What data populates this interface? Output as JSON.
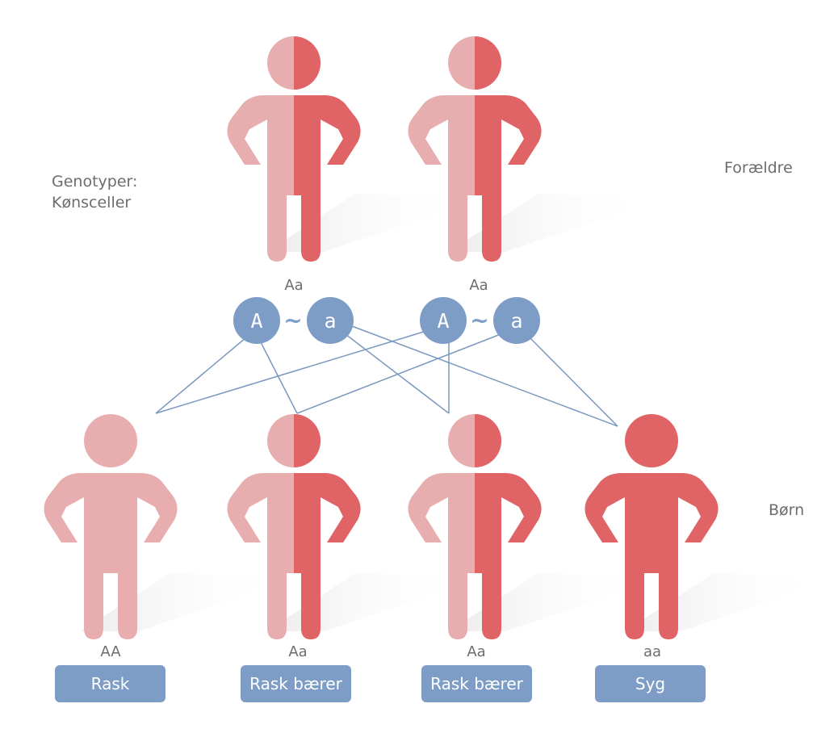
{
  "labels": {
    "genotyper": "Genotyper:",
    "konsceller": "Kønsceller",
    "foraeldre": "Forældre",
    "born": "Børn"
  },
  "parents": [
    {
      "genotype": "Aa",
      "pattern": "half"
    },
    {
      "genotype": "Aa",
      "pattern": "half"
    }
  ],
  "gametes": [
    "A",
    "a",
    "A",
    "a"
  ],
  "gamete_separator": "~",
  "children": [
    {
      "genotype": "AA",
      "status": "Rask",
      "pattern": "light"
    },
    {
      "genotype": "Aa",
      "status": "Rask bærer",
      "pattern": "half"
    },
    {
      "genotype": "Aa",
      "status": "Rask bærer",
      "pattern": "half"
    },
    {
      "genotype": "aa",
      "status": "Syg",
      "pattern": "dark"
    }
  ],
  "colors": {
    "light": "#e8adae",
    "dark": "#e06366",
    "gamete": "#7d9dc7",
    "line": "#7a98bf",
    "text": "#6d6d6d",
    "shadow": "#efefef"
  }
}
